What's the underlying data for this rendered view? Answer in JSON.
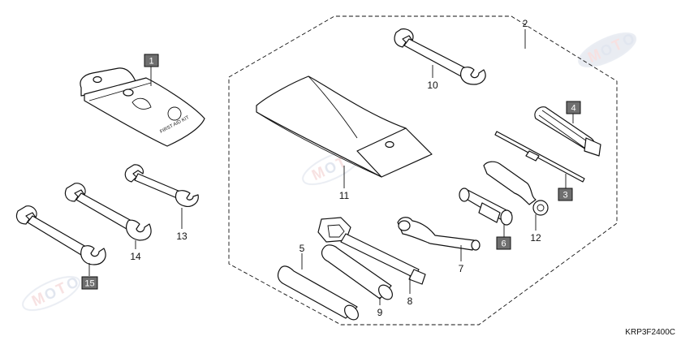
{
  "diagram_code": "KRP3F2400C",
  "first_aid_kit_text": "FIRST AID KIT",
  "callouts": [
    {
      "id": "1",
      "boxed": true
    },
    {
      "id": "2",
      "boxed": false
    },
    {
      "id": "3",
      "boxed": true
    },
    {
      "id": "4",
      "boxed": true
    },
    {
      "id": "5",
      "boxed": false
    },
    {
      "id": "6",
      "boxed": true
    },
    {
      "id": "7",
      "boxed": false
    },
    {
      "id": "8",
      "boxed": false
    },
    {
      "id": "9",
      "boxed": false
    },
    {
      "id": "10",
      "boxed": false
    },
    {
      "id": "11",
      "boxed": false
    },
    {
      "id": "12",
      "boxed": false
    },
    {
      "id": "13",
      "boxed": false
    },
    {
      "id": "14",
      "boxed": false
    },
    {
      "id": "15",
      "boxed": true
    }
  ],
  "colors": {
    "line": "#111111",
    "tag_fill": "#6f6f6f",
    "tag_text": "#ffffff"
  }
}
